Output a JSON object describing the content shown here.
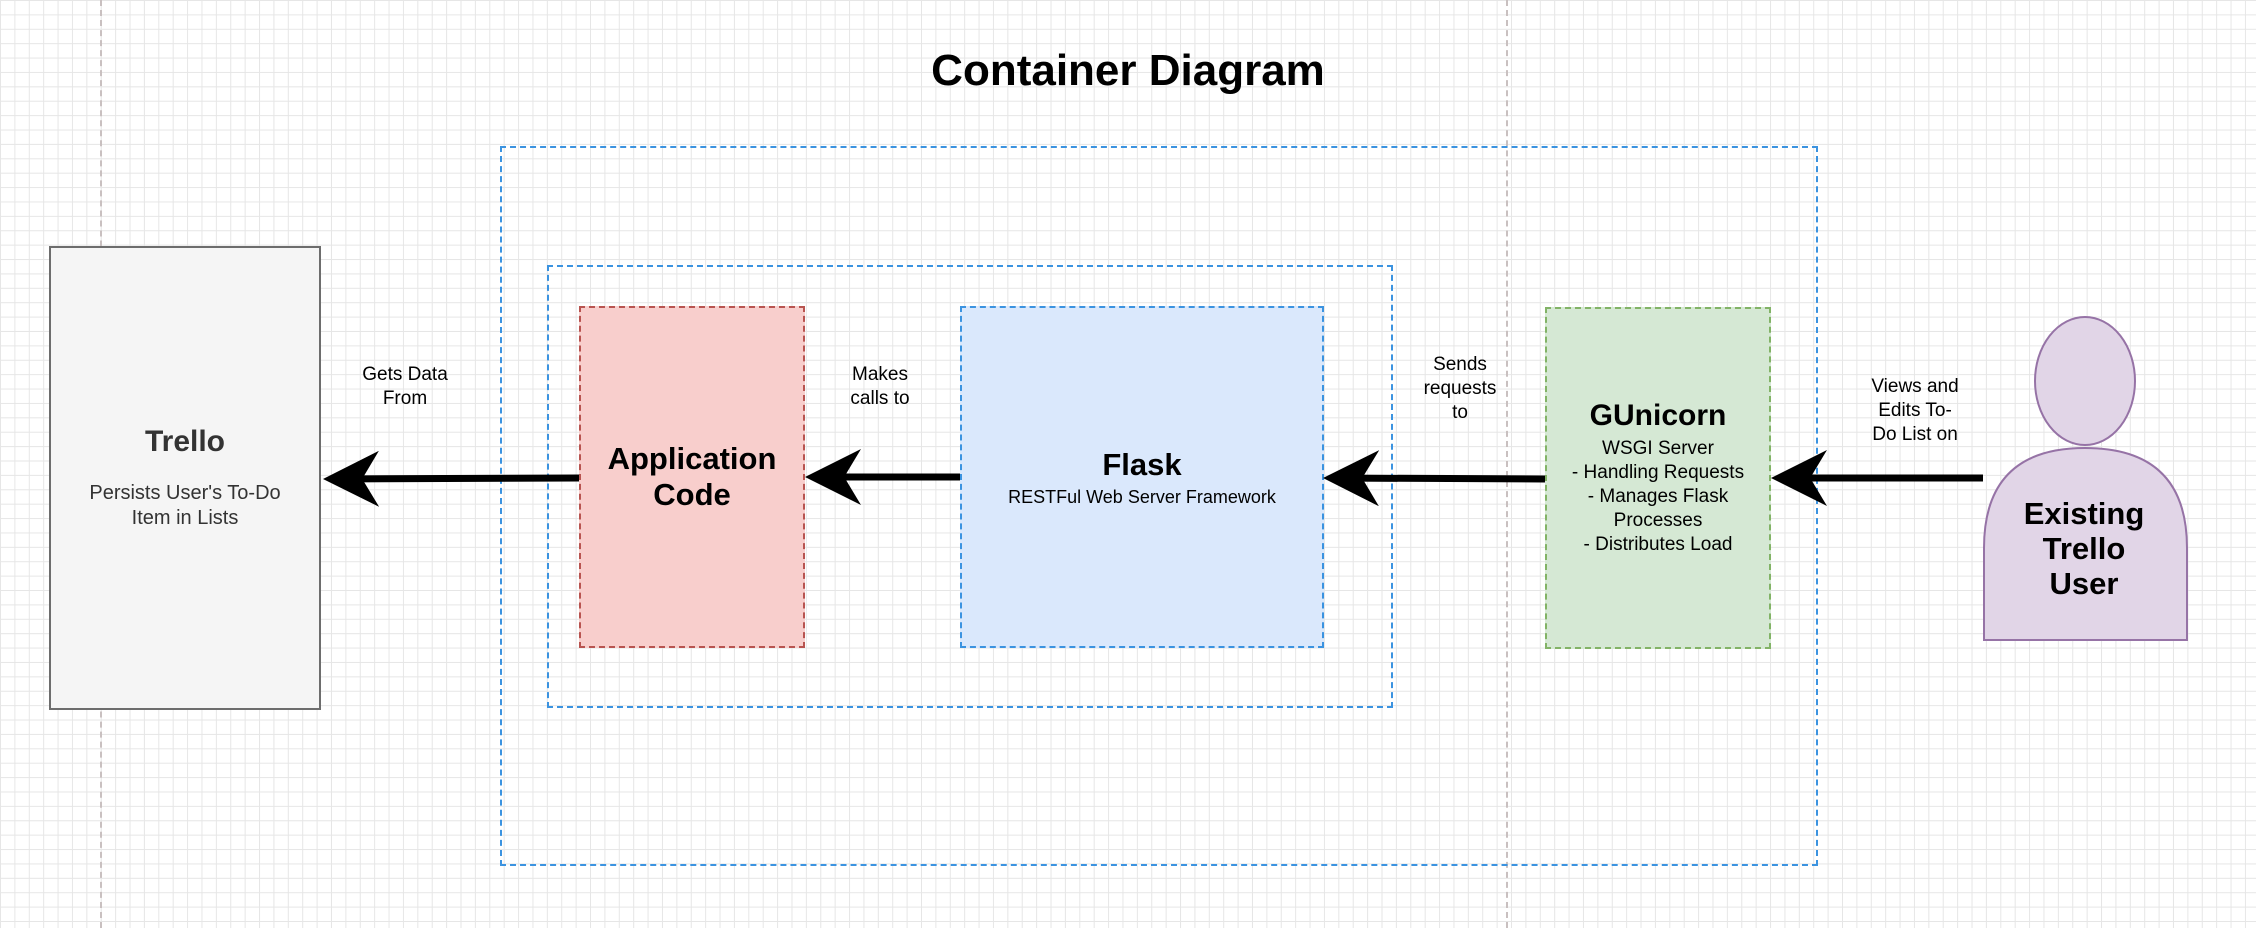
{
  "diagram": {
    "title": "Container Diagram",
    "trello": {
      "name": "Trello",
      "description": "Persists User's To-Do Item in Lists"
    },
    "application_code": {
      "name": "Application Code"
    },
    "flask": {
      "name": "Flask",
      "description": "RESTFul Web Server Framework"
    },
    "gunicorn": {
      "name": "GUnicorn",
      "description": "WSGI Server\n- Handling Requests\n- Manages Flask Processes\n- Distributes Load"
    },
    "user": {
      "name": "Existing\nTrello\nUser"
    },
    "relations": {
      "gets_data_from": "Gets Data\nFrom",
      "makes_calls_to": "Makes\ncalls to",
      "sends_requests_to": "Sends\nrequests\nto",
      "views_and_edits": "Views and\nEdits To-\nDo List on"
    },
    "colors": {
      "trello_fill": "#f5f5f5",
      "app_fill": "#f8cecc",
      "flask_fill": "#dae8fc",
      "gunicorn_fill": "#d5e8d4",
      "user_fill": "#e1d5e7",
      "boundary_stroke": "#3b93e0"
    }
  }
}
